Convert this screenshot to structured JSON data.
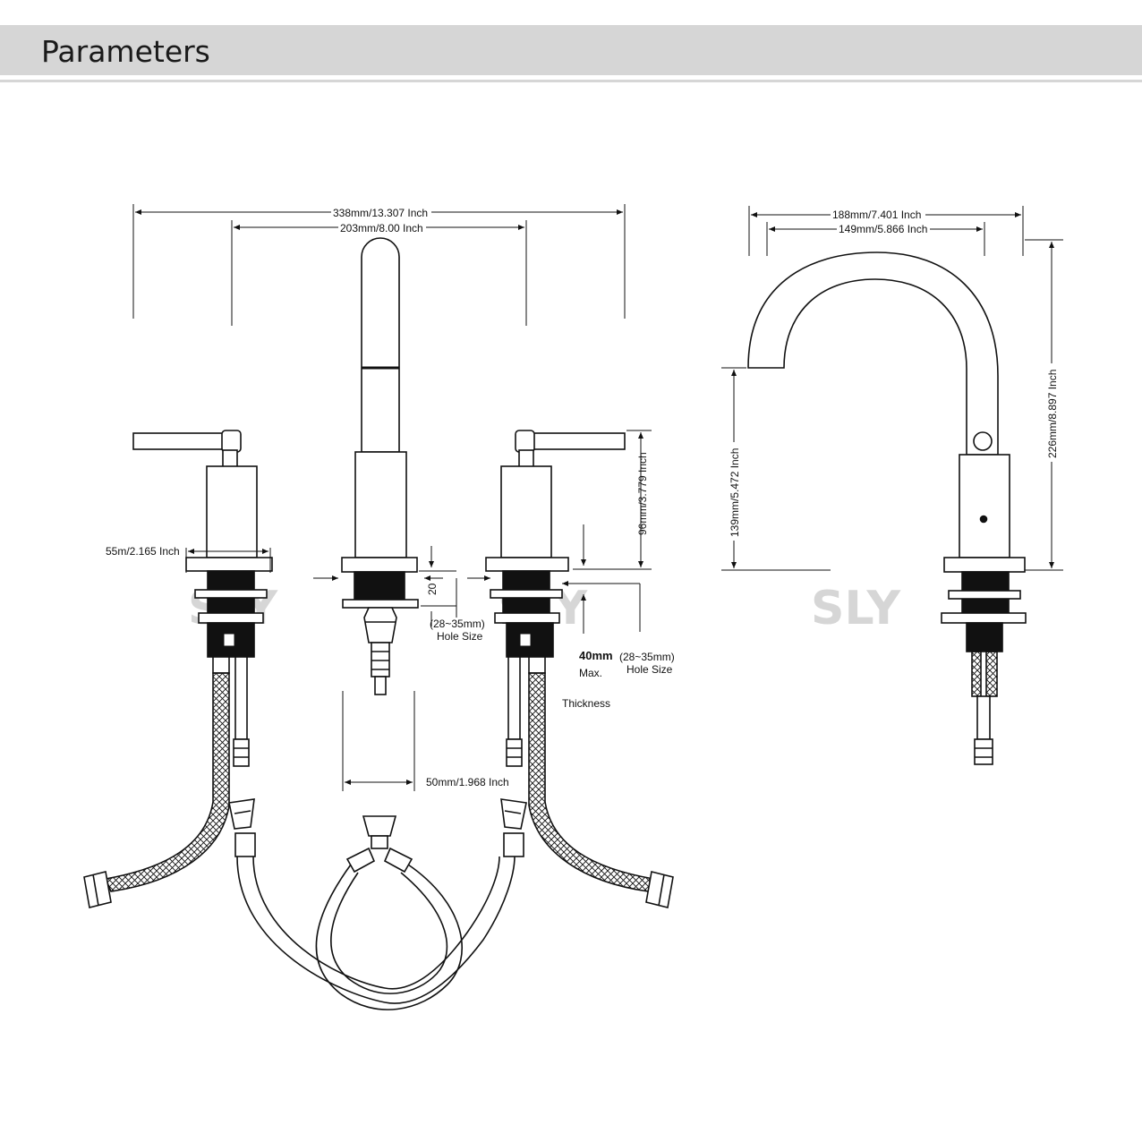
{
  "header": {
    "title": "Parameters"
  },
  "watermark": "SLY",
  "front_view": {
    "total_width": "338mm/13.307 Inch",
    "center_spread": "203mm/8.00 Inch",
    "base_diameter": "55m/2.165 Inch",
    "handle_height": "96mm/3.779 Inch",
    "nut_gap": "20",
    "hole_size_left_range": "(28~35mm)",
    "hole_size_left_label": "Hole Size",
    "hole_size_right_range": "(28~35mm)",
    "hole_size_right_label": "Hole Size",
    "max_thickness_value": "40mm",
    "max_label": "Max.",
    "thickness_label": "Thickness",
    "spout_spacing": "50mm/1.968 Inch"
  },
  "side_view": {
    "reach_total": "188mm/7.401 Inch",
    "reach_spout": "149mm/5.866 Inch",
    "spout_height": "139mm/5.472 Inch",
    "total_height": "226mm/8.897 Inch"
  }
}
